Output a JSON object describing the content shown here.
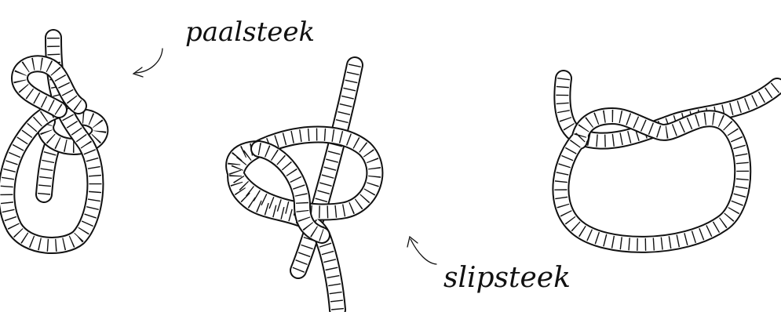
{
  "labels": {
    "bowline": "paalsteek",
    "slipknot": "slipsteek"
  },
  "colors": {
    "ink": "#111111",
    "paper": "#ffffff"
  },
  "knots": [
    {
      "id": "knot-bowline"
    },
    {
      "id": "knot-slip"
    },
    {
      "id": "knot-overhand"
    }
  ]
}
